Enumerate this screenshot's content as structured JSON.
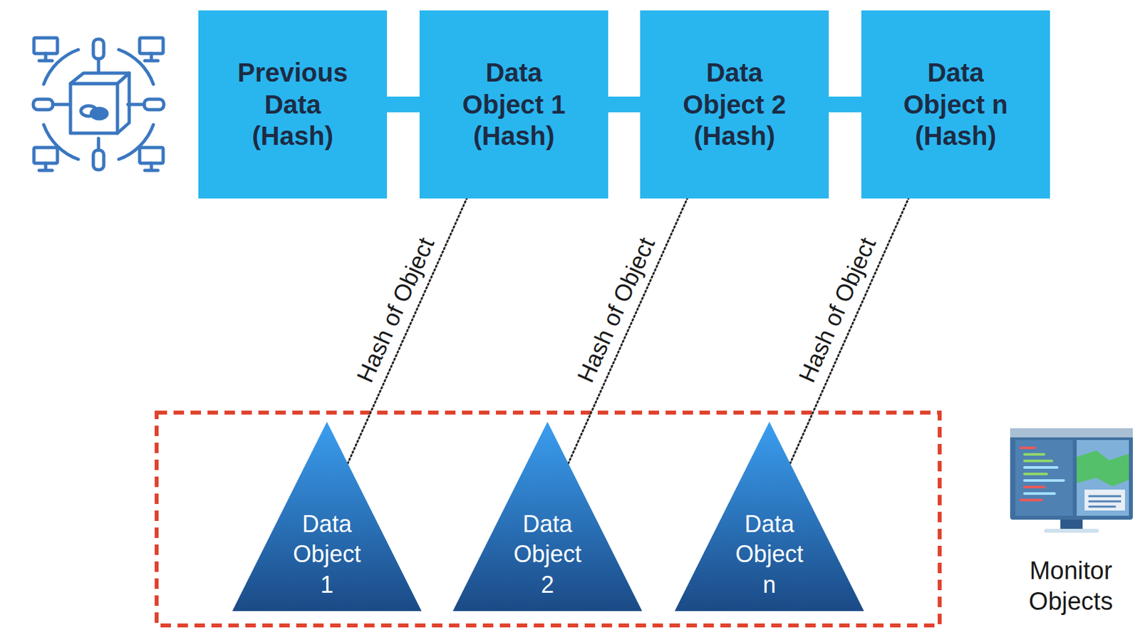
{
  "diagram": {
    "nodes": [
      {
        "text": [
          "Previous Data (Hash)"
        ]
      },
      {
        "text": [
          "Data Object 1 (Hash)"
        ]
      },
      {
        "text": [
          "Data Object 2 (Hash)"
        ]
      },
      {
        "text": [
          "Data Object n (Hash)"
        ]
      },
      {
        "text": [
          "Data Object 1"
        ]
      },
      {
        "text": [
          "Data Object 2"
        ]
      },
      {
        "text": [
          "Data Object n"
        ]
      }
    ],
    "edges": [
      {
        "from": 0,
        "to": 1,
        "arrow": "none"
      },
      {
        "from": 1,
        "to": 2,
        "arrow": "none"
      },
      {
        "from": 2,
        "to": 3,
        "arrow": "none"
      },
      {
        "from": 4,
        "to": 1,
        "label": "Hash of Object",
        "arrow": "none"
      },
      {
        "from": 5,
        "to": 2,
        "label": "Hash of Object",
        "arrow": "none"
      },
      {
        "from": 6,
        "to": 3,
        "label": "Hash of Object",
        "arrow": "none"
      }
    ],
    "labels": [
      "Monitor Objects"
    ]
  }
}
